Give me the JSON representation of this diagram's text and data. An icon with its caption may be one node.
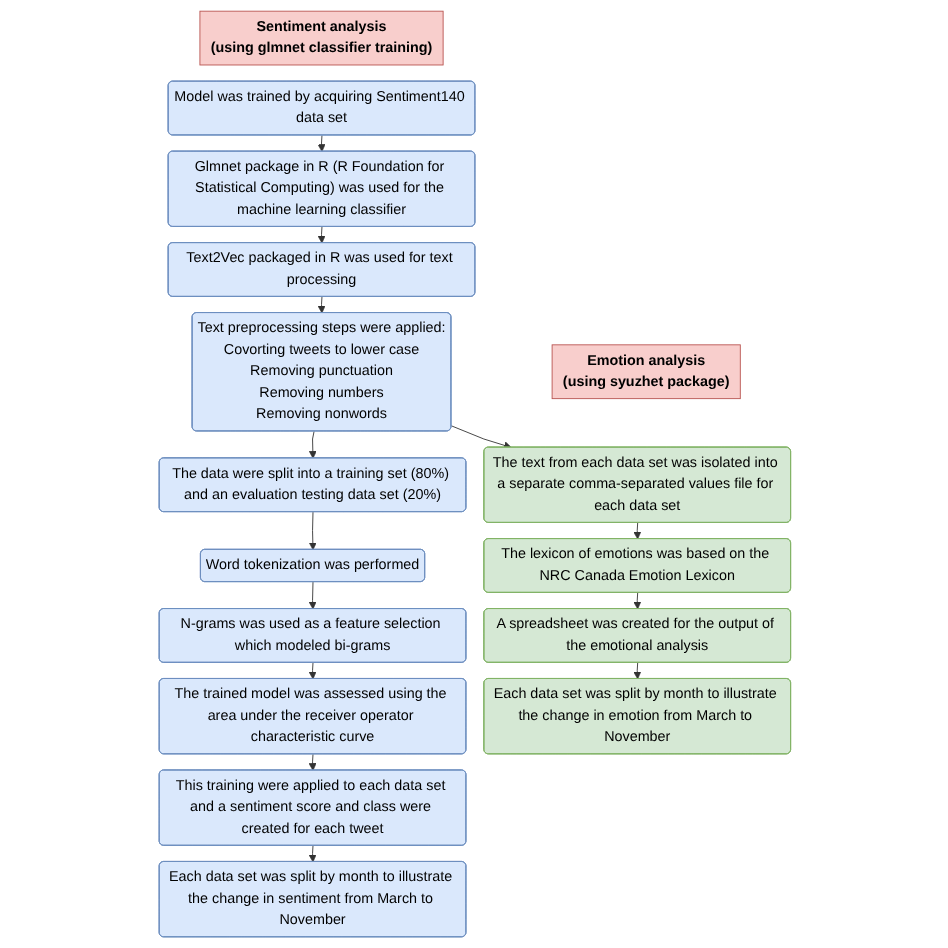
{
  "diagram": {
    "nodes": [
      {
        "text": [
          "Sentiment analysis",
          "(using glmnet classifier training)"
        ]
      },
      {
        "text": [
          "Model was trained by acquiring Sentiment140 data set"
        ]
      },
      {
        "text": [
          "Glmnet package in R (R Foundation for Statistical Computing) was used for the machine learning classifier"
        ]
      },
      {
        "text": [
          "Text2Vec packaged in R was used for text processing"
        ]
      },
      {
        "text": [
          "Text preprocessing steps were applied:",
          "Covorting tweets to lower case",
          "Removing punctuation",
          "Removing numbers",
          "Removing nonwords"
        ]
      },
      {
        "text": [
          "The data were split into a training set (80%) and an evaluation testing data set (20%)"
        ]
      },
      {
        "text": [
          "The trained model was assessed using the area under the receiver operator characteristic curve"
        ]
      },
      {
        "text": [
          "This training were applied to each data set and a sentiment score and class were created for each tweet"
        ]
      },
      {
        "text": [
          "Emotion analysis",
          "(using syuzhet package)"
        ]
      },
      {
        "text": [
          "The text from each data set was isolated into a separate comma-separated values file for each data set"
        ]
      },
      {
        "text": [
          "The lexicon of emotions was based on the NRC Canada Emotion Lexicon"
        ]
      },
      {
        "text": [
          "A spreadsheet was created for the output of the emotional analysis"
        ]
      },
      {
        "text": [
          "Each data set was split by month to illustrate the change in emotion from March to November"
        ]
      },
      {
        "text": [
          "Word tokenization was performed"
        ]
      },
      {
        "text": [
          "N-grams was used as a feature selection which modeled bi-grams"
        ]
      },
      {
        "text": [
          "Each data set was split by month to illustrate the change in sentiment from March to November"
        ]
      }
    ],
    "edges": [
      {
        "from": 1,
        "to": 2,
        "arrow": "to"
      },
      {
        "from": 2,
        "to": 3,
        "arrow": "to"
      },
      {
        "from": 3,
        "to": 4,
        "arrow": "to"
      },
      {
        "from": 4,
        "to": 5,
        "arrow": "to"
      },
      {
        "from": 4,
        "to": 9,
        "arrow": "to"
      },
      {
        "from": 9,
        "to": 10,
        "arrow": "to"
      },
      {
        "from": 10,
        "to": 11,
        "arrow": "to"
      },
      {
        "from": 11,
        "to": 12,
        "arrow": "to"
      },
      {
        "from": 5,
        "to": 13,
        "arrow": "to"
      },
      {
        "from": 13,
        "to": 14,
        "arrow": "to"
      },
      {
        "from": 14,
        "to": 6,
        "arrow": "to"
      },
      {
        "from": 6,
        "to": 7,
        "arrow": "to"
      },
      {
        "from": 7,
        "to": 15,
        "arrow": "to"
      }
    ]
  }
}
